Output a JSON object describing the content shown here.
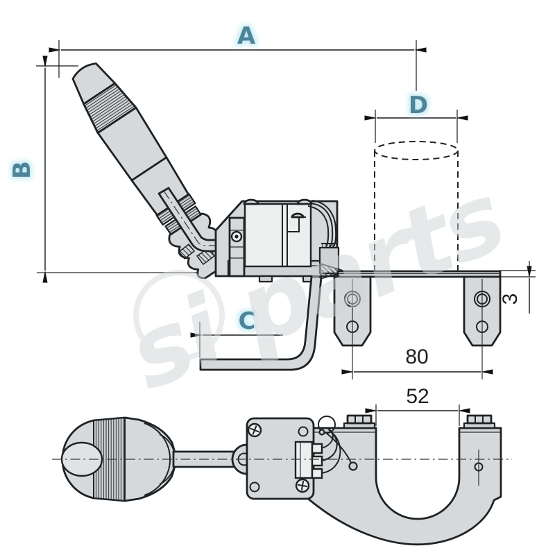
{
  "watermark": {
    "text": "si parts"
  },
  "dim_labels": {
    "a": "A",
    "b": "B",
    "c": "C",
    "d": "D"
  },
  "dim_values": {
    "tab_hole_spacing": "80",
    "plate_thickness": "3",
    "clamp_opening": "52"
  },
  "colors": {
    "part_fill": "#d6d9db",
    "outline": "#1e2224",
    "dim_label": "#4d8498",
    "dim_label_glow": "#c6ecf4",
    "dim_number": "#1f1f1f",
    "watermark_gray": "#d8dcde",
    "background": "#ffffff"
  }
}
